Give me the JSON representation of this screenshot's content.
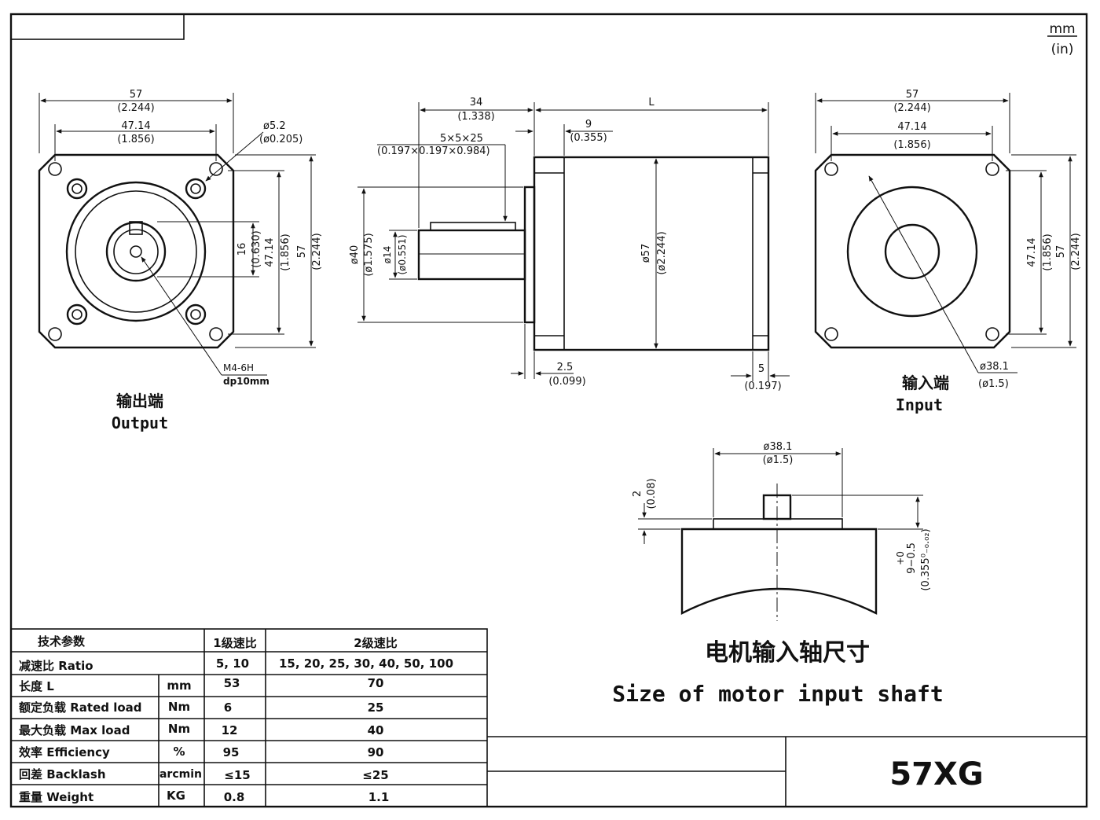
{
  "units": {
    "top": "mm",
    "bottom": "(in)"
  },
  "output_view": {
    "label_cn": "输出端",
    "label_en": "Output",
    "width_mm": "57",
    "width_in": "(2.244)",
    "hole_spacing_mm": "47.14",
    "hole_spacing_in": "(1.856)",
    "hole_dia_mm": "ø5.2",
    "hole_dia_in": "(ø0.205)",
    "shaft_len_mm": "16",
    "shaft_len_in": "(0.630)",
    "vert_spacing_mm": "47.14",
    "vert_spacing_in": "(1.856)",
    "height_mm": "57",
    "height_in": "(2.244)",
    "thread": "M4-6H",
    "thread_depth": "dp10mm"
  },
  "side_view": {
    "shaft_len_mm": "34",
    "shaft_len_in": "(1.338)",
    "length": "L",
    "step_mm": "9",
    "step_in": "(0.355)",
    "key_mm": "5×5×25",
    "key_in": "(0.197×0.197×0.984)",
    "pilot_dia_mm": "ø40",
    "pilot_dia_in": "(ø1.575)",
    "shaft_dia_mm": "ø14",
    "shaft_dia_in": "(ø0.551)",
    "body_dia_mm": "ø57",
    "body_dia_in": "(ø2.244)",
    "flange_mm": "2.5",
    "flange_in": "(0.099)",
    "rear_mm": "5",
    "rear_in": "(0.197)"
  },
  "input_view": {
    "label_cn": "输入端",
    "label_en": "Input",
    "width_mm": "57",
    "width_in": "(2.244)",
    "hole_spacing_mm": "47.14",
    "hole_spacing_in": "(1.856)",
    "vert_spacing_mm": "47.14",
    "vert_spacing_in": "(1.856)",
    "height_mm": "57",
    "height_in": "(2.244)",
    "bore_mm": "ø38.1",
    "bore_in": "(ø1.5)"
  },
  "shaft_detail": {
    "dia_mm": "ø38.1",
    "dia_in": "(ø1.5)",
    "step_mm": "2",
    "step_in": "(0.08)",
    "depth_tol": "+0",
    "depth_mm": "9−0.5",
    "depth_in": "(0.355⁰₋₀.₀₂)",
    "title_cn": "电机输入轴尺寸",
    "title_en": "Size of motor input shaft"
  },
  "model": "57XG",
  "spec_table": {
    "headers": [
      "技术参数",
      "1级速比",
      "2级速比"
    ],
    "rows": [
      {
        "label": "减速比 Ratio",
        "unit": "",
        "s1": "5, 10",
        "s2": "15, 20, 25, 30, 40, 50, 100"
      },
      {
        "label": "长度 L",
        "unit": "mm",
        "s1": "53",
        "s2": "70"
      },
      {
        "label": "额定负载 Rated load",
        "unit": "Nm",
        "s1": "6",
        "s2": "25"
      },
      {
        "label": "最大负载 Max load",
        "unit": "Nm",
        "s1": "12",
        "s2": "40"
      },
      {
        "label": "效率 Efficiency",
        "unit": "%",
        "s1": "95",
        "s2": "90"
      },
      {
        "label": "回差 Backlash",
        "unit": "arcmin",
        "s1": "≤15",
        "s2": "≤25"
      },
      {
        "label": "重量 Weight",
        "unit": "KG",
        "s1": "0.8",
        "s2": "1.1"
      }
    ]
  }
}
